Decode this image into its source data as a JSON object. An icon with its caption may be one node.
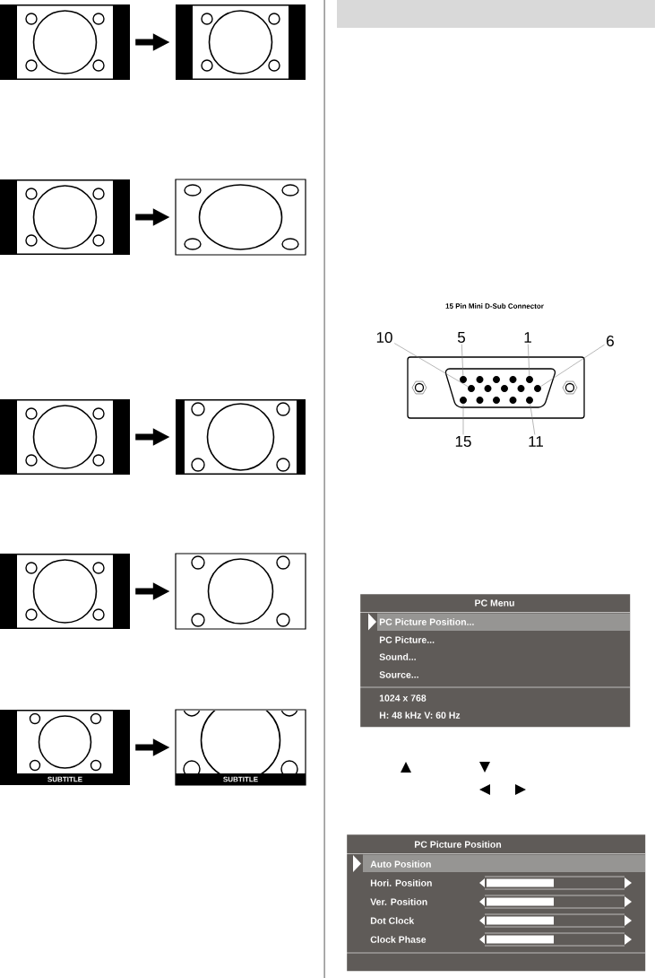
{
  "diagram": {
    "nodes": [
      {
        "text": [],
        "shape": "picture"
      },
      {
        "text": [],
        "shape": "picture"
      },
      {
        "text": [],
        "shape": "picture"
      },
      {
        "text": [],
        "shape": "picture"
      },
      {
        "text": [],
        "shape": "picture"
      },
      {
        "text": [],
        "shape": "picture"
      },
      {
        "text": [],
        "shape": "picture"
      },
      {
        "text": [],
        "shape": "picture"
      },
      {
        "text": [
          "SUBTITLE"
        ]
      },
      {
        "text": [
          "SUBTITLE"
        ]
      },
      {
        "text": [
          "10"
        ]
      },
      {
        "text": [
          "5"
        ]
      },
      {
        "text": [
          "1"
        ]
      },
      {
        "text": [
          "6"
        ]
      },
      {
        "text": [],
        "shape": "circle"
      },
      {
        "text": [],
        "shape": "circle"
      },
      {
        "text": [],
        "shape": "circle"
      },
      {
        "text": [],
        "shape": "circle"
      },
      {
        "text": [],
        "shape": "circle"
      },
      {
        "text": [],
        "shape": "circle"
      },
      {
        "text": [
          "15"
        ]
      },
      {
        "text": [
          "11"
        ]
      },
      {
        "text": [
          "PC Menu",
          "PC Picture Position...",
          "PC Picture...",
          "Sound...",
          "Source...",
          "1024 x 768",
          "H: 48 kHz   V: 60 Hz"
        ]
      },
      {
        "text": [
          "PC Picture Position",
          "Auto Position",
          "Hori. Position",
          "Ver. Position",
          "Dot Clock",
          "Clock Phase"
        ]
      }
    ],
    "edges": [
      {
        "from": 0,
        "to": 1,
        "arrow": "to",
        "style": "thick",
        "color": "#000000"
      },
      {
        "from": 2,
        "to": 3,
        "arrow": "to",
        "style": "thick",
        "color": "#000000"
      },
      {
        "from": 4,
        "to": 5,
        "arrow": "to",
        "style": "thick",
        "color": "#000000"
      },
      {
        "from": 6,
        "to": 7,
        "arrow": "to",
        "style": "thick",
        "color": "#000000"
      },
      {
        "from": 8,
        "to": 9,
        "arrow": "to",
        "style": "thick",
        "color": "#000000"
      },
      {
        "from": 10,
        "to": 16,
        "arrow": "none"
      },
      {
        "from": 11,
        "to": 14,
        "arrow": "none"
      },
      {
        "from": 12,
        "to": 15,
        "arrow": "none"
      },
      {
        "from": 13,
        "to": 17,
        "arrow": "none"
      },
      {
        "from": 20,
        "to": 18,
        "arrow": "none"
      },
      {
        "from": 21,
        "to": 19,
        "arrow": "none"
      }
    ],
    "labels": [
      "15 Pin Mini D-Sub Connector"
    ]
  }
}
